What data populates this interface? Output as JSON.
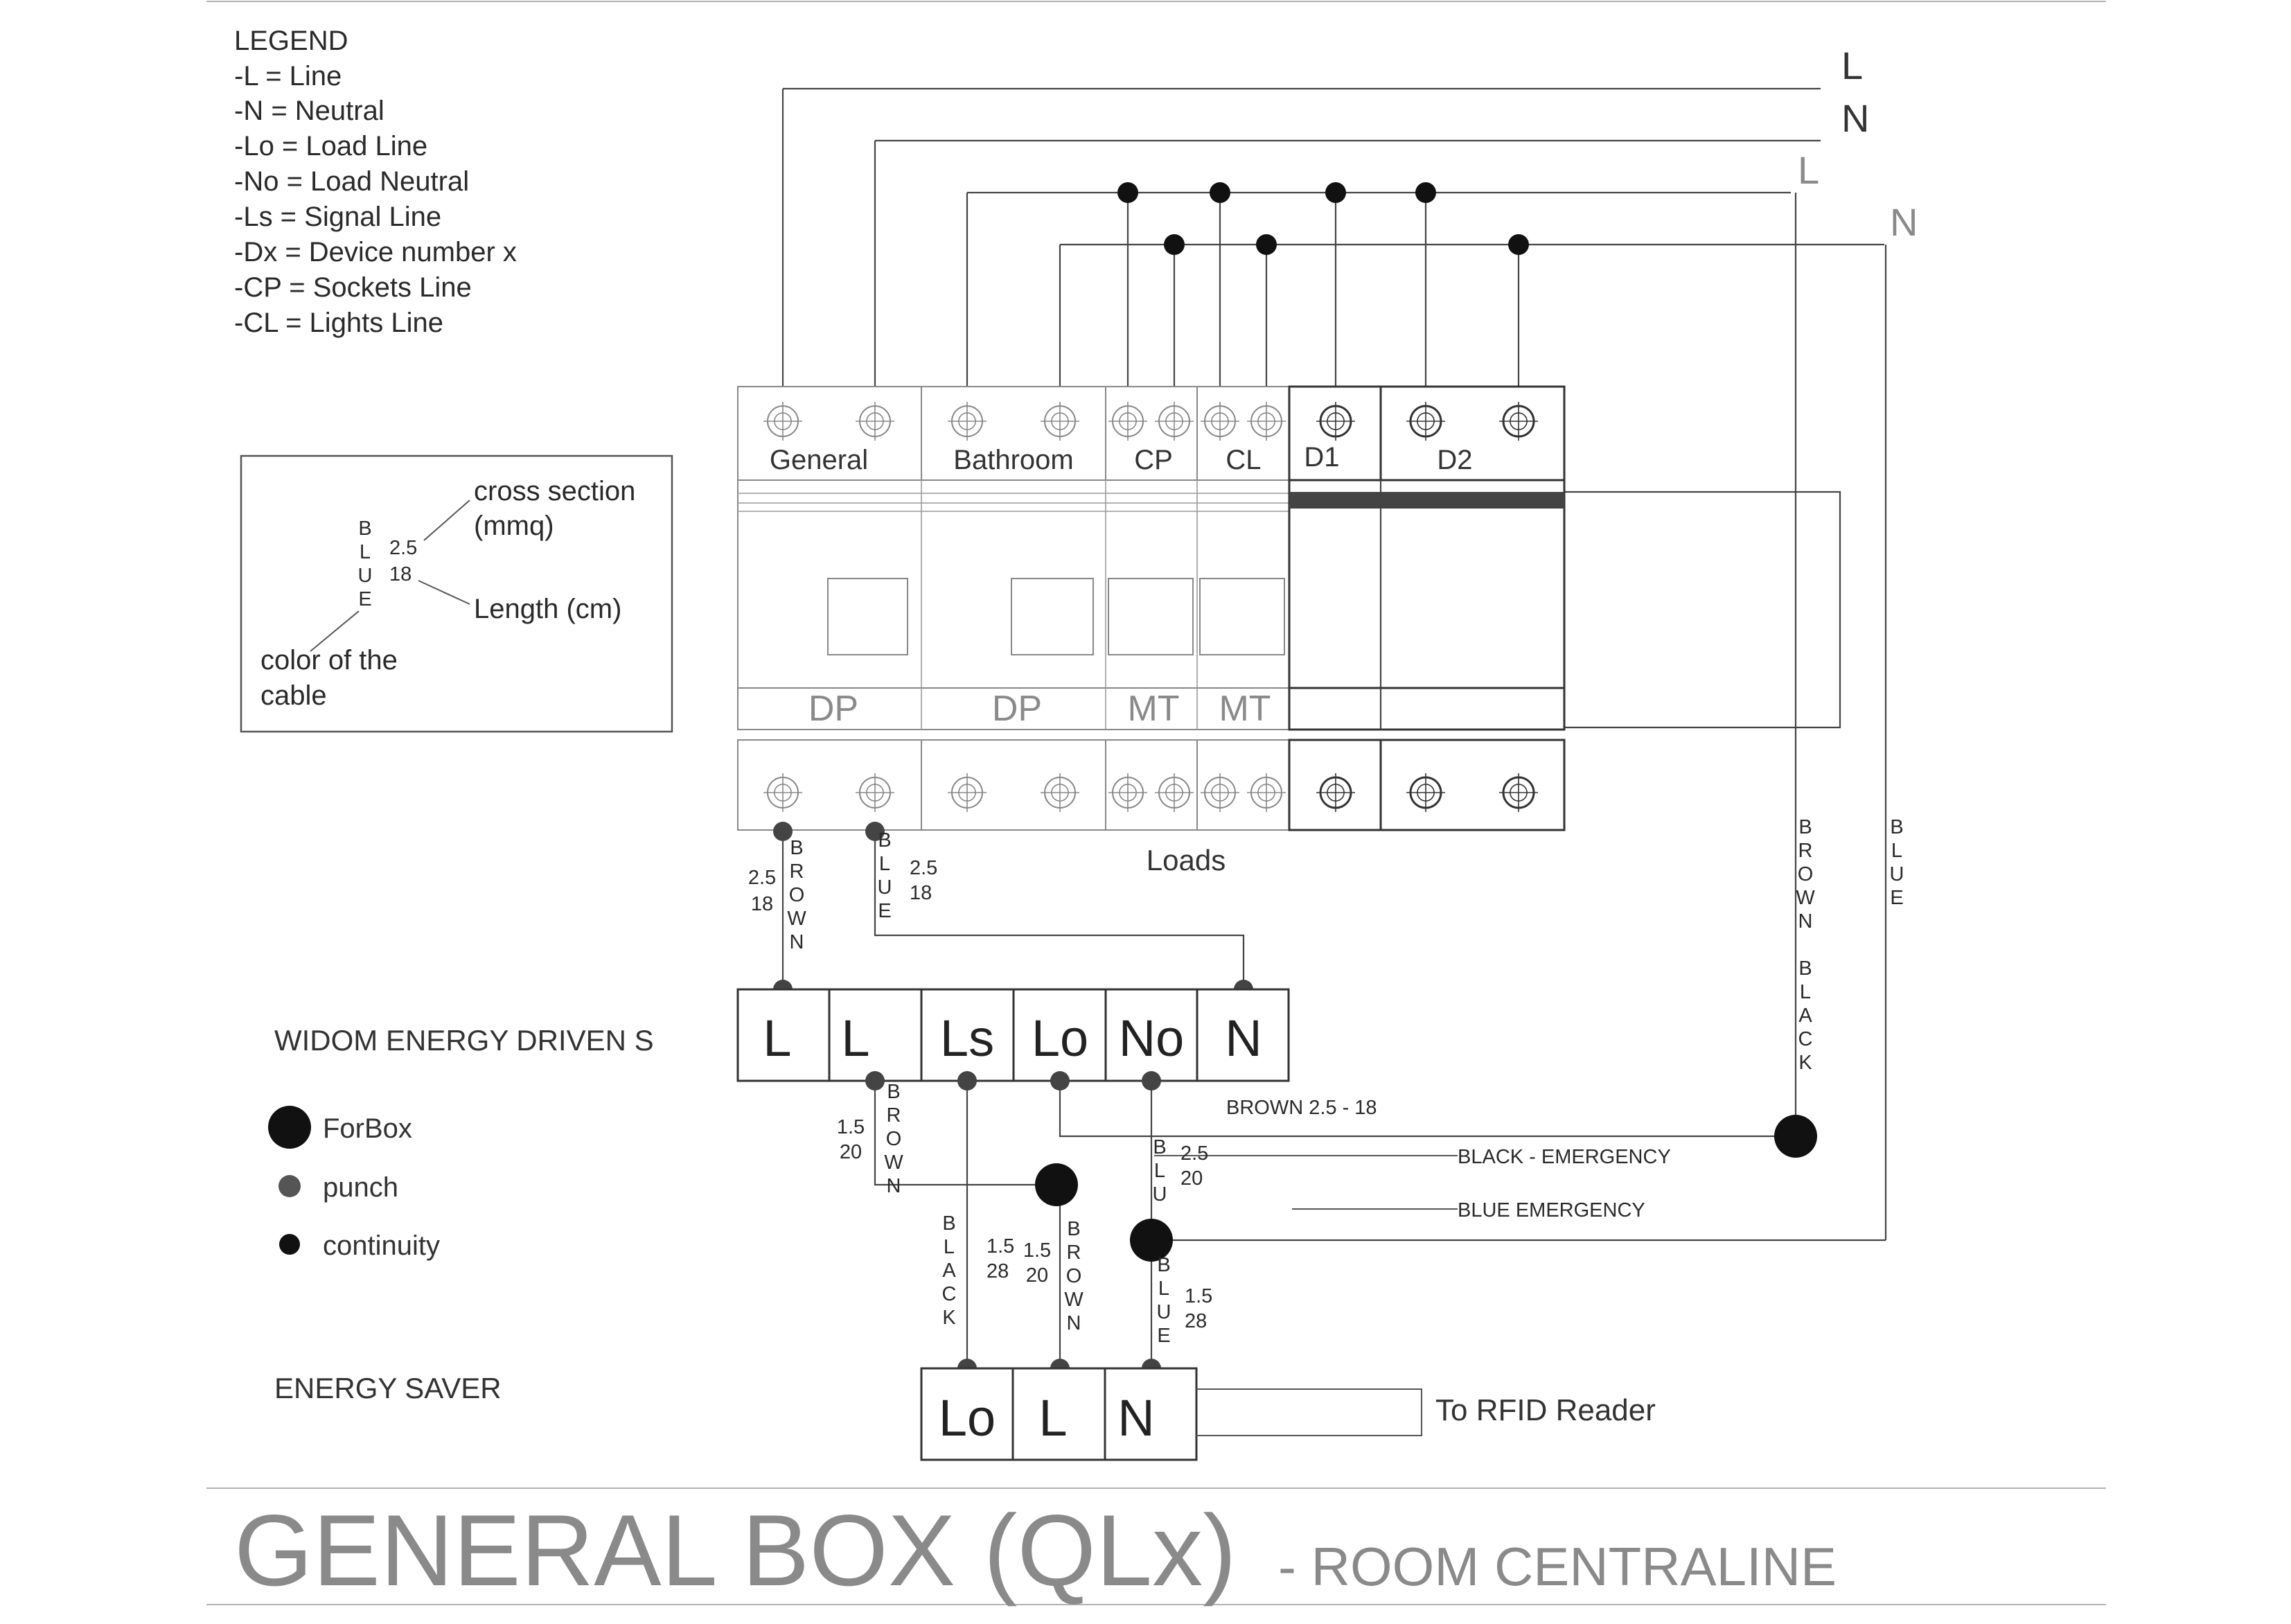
{
  "legend": {
    "title": "LEGEND",
    "items": [
      "-L = Line",
      "-N = Neutral",
      "-Lo = Load Line",
      "-No = Load Neutral",
      "-Ls = Signal Line",
      "-Dx = Device number x",
      "-CP = Sockets Line",
      "-CL = Lights Line"
    ]
  },
  "cable_key": {
    "color_letters": [
      "B",
      "L",
      "U",
      "E"
    ],
    "section": "2.5",
    "length": "18",
    "section_label_1": "cross section",
    "section_label_2": "(mmq)",
    "length_label": "Length (cm)",
    "color_label_1": "color of the",
    "color_label_2": "cable"
  },
  "bus_labels": {
    "l_main": "L",
    "n_main": "N",
    "l_aux": "L",
    "n_aux": "N"
  },
  "breakers": {
    "top_labels": [
      "General",
      "Bathroom",
      "CP",
      "CL",
      "D1",
      "D2"
    ],
    "type_labels": [
      "DP",
      "DP",
      "MT",
      "MT"
    ],
    "loads_label": "Loads"
  },
  "colors": {
    "bus_main": "#444444",
    "bus_aux": "#999999",
    "dot": "#111111",
    "title": "#8a8a8a"
  },
  "cables": {
    "general_brown": {
      "letters": [
        "B",
        "R",
        "O",
        "W",
        "N"
      ],
      "section": "2.5",
      "length": "18"
    },
    "general_blue": {
      "letters": [
        "B",
        "L",
        "U",
        "E"
      ],
      "section": "2.5",
      "length": "18"
    },
    "right_brown_black": {
      "letters": [
        "B",
        "R",
        "O",
        "W",
        "N",
        "",
        "B",
        "L",
        "A",
        "C",
        "K"
      ]
    },
    "right_blue": {
      "letters": [
        "B",
        "L",
        "U",
        "E"
      ]
    },
    "wisdom_l_brown": {
      "letters": [
        "B",
        "R",
        "O",
        "W",
        "N"
      ],
      "section": "1.5",
      "length": "20"
    },
    "no_blue": {
      "letters": [
        "B",
        "L",
        "U"
      ],
      "section": "2.5",
      "length": "20"
    },
    "black_lo": {
      "letters": [
        "B",
        "L",
        "A",
        "C",
        "K"
      ],
      "section": "1.5",
      "length": "28"
    },
    "brown_l": {
      "letters": [
        "B",
        "R",
        "O",
        "W",
        "N"
      ],
      "section": "1.5",
      "length": "20"
    },
    "blue_n": {
      "letters": [
        "B",
        "L",
        "U",
        "E"
      ],
      "section": "1.5",
      "length": "28"
    }
  },
  "wire_labels": {
    "brown": "BROWN 2.5 - 18",
    "black_emergency": "BLACK - EMERGENCY",
    "blue_emergency": "BLUE EMERGENCY"
  },
  "wisdom": {
    "label": "WIDOM ENERGY DRIVEN S",
    "terminals": [
      "L",
      "L",
      "Ls",
      "Lo",
      "No",
      "N"
    ]
  },
  "symbols": {
    "forbox": "ForBox",
    "punch": "punch",
    "continuity": "continuity"
  },
  "saver": {
    "label": "ENERGY SAVER",
    "terminals": [
      "Lo",
      "L",
      "N"
    ],
    "rfid": "To RFID Reader"
  },
  "footer": {
    "title": "GENERAL BOX (QLx)",
    "subtitle": "- ROOM CENTRALINE"
  }
}
